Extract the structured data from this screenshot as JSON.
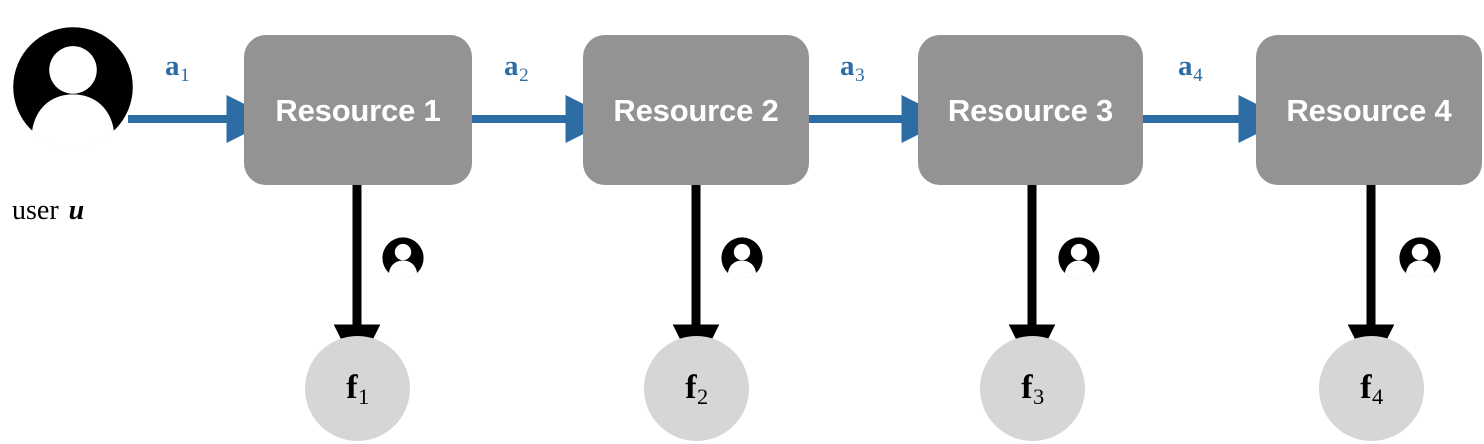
{
  "diagram": {
    "title": "Sequential resource interaction chain for a user",
    "type": "flow-diagram",
    "colors": {
      "arrow_blue": "#2E6DA4",
      "resource_gray": "#939393",
      "feature_circle_gray": "#D6D6D6",
      "avatar_black": "#000000",
      "resource_label_white": "#FFFFFF",
      "background": "#FFFFFF",
      "vertical_arrow_black": "#000000"
    },
    "user": {
      "avatar_icon": "user-avatar-icon",
      "caption_prefix": "user",
      "caption_symbol": "u"
    },
    "resources": [
      {
        "id": "resource-1",
        "label": "Resource 1"
      },
      {
        "id": "resource-2",
        "label": "Resource 2"
      },
      {
        "id": "resource-3",
        "label": "Resource 3"
      },
      {
        "id": "resource-4",
        "label": "Resource 4"
      }
    ],
    "actions": [
      {
        "id": "action-1",
        "base": "a",
        "subscript": "1"
      },
      {
        "id": "action-2",
        "base": "a",
        "subscript": "2"
      },
      {
        "id": "action-3",
        "base": "a",
        "subscript": "3"
      },
      {
        "id": "action-4",
        "base": "a",
        "subscript": "4"
      }
    ],
    "features": [
      {
        "id": "feature-1",
        "base": "f",
        "subscript": "1"
      },
      {
        "id": "feature-2",
        "base": "f",
        "subscript": "2"
      },
      {
        "id": "feature-3",
        "base": "f",
        "subscript": "3"
      },
      {
        "id": "feature-4",
        "base": "f",
        "subscript": "4"
      }
    ],
    "feedback_avatars": [
      {
        "id": "feedback-avatar-1",
        "icon": "user-avatar-icon"
      },
      {
        "id": "feedback-avatar-2",
        "icon": "user-avatar-icon"
      },
      {
        "id": "feedback-avatar-3",
        "icon": "user-avatar-icon"
      },
      {
        "id": "feedback-avatar-4",
        "icon": "user-avatar-icon"
      }
    ]
  }
}
